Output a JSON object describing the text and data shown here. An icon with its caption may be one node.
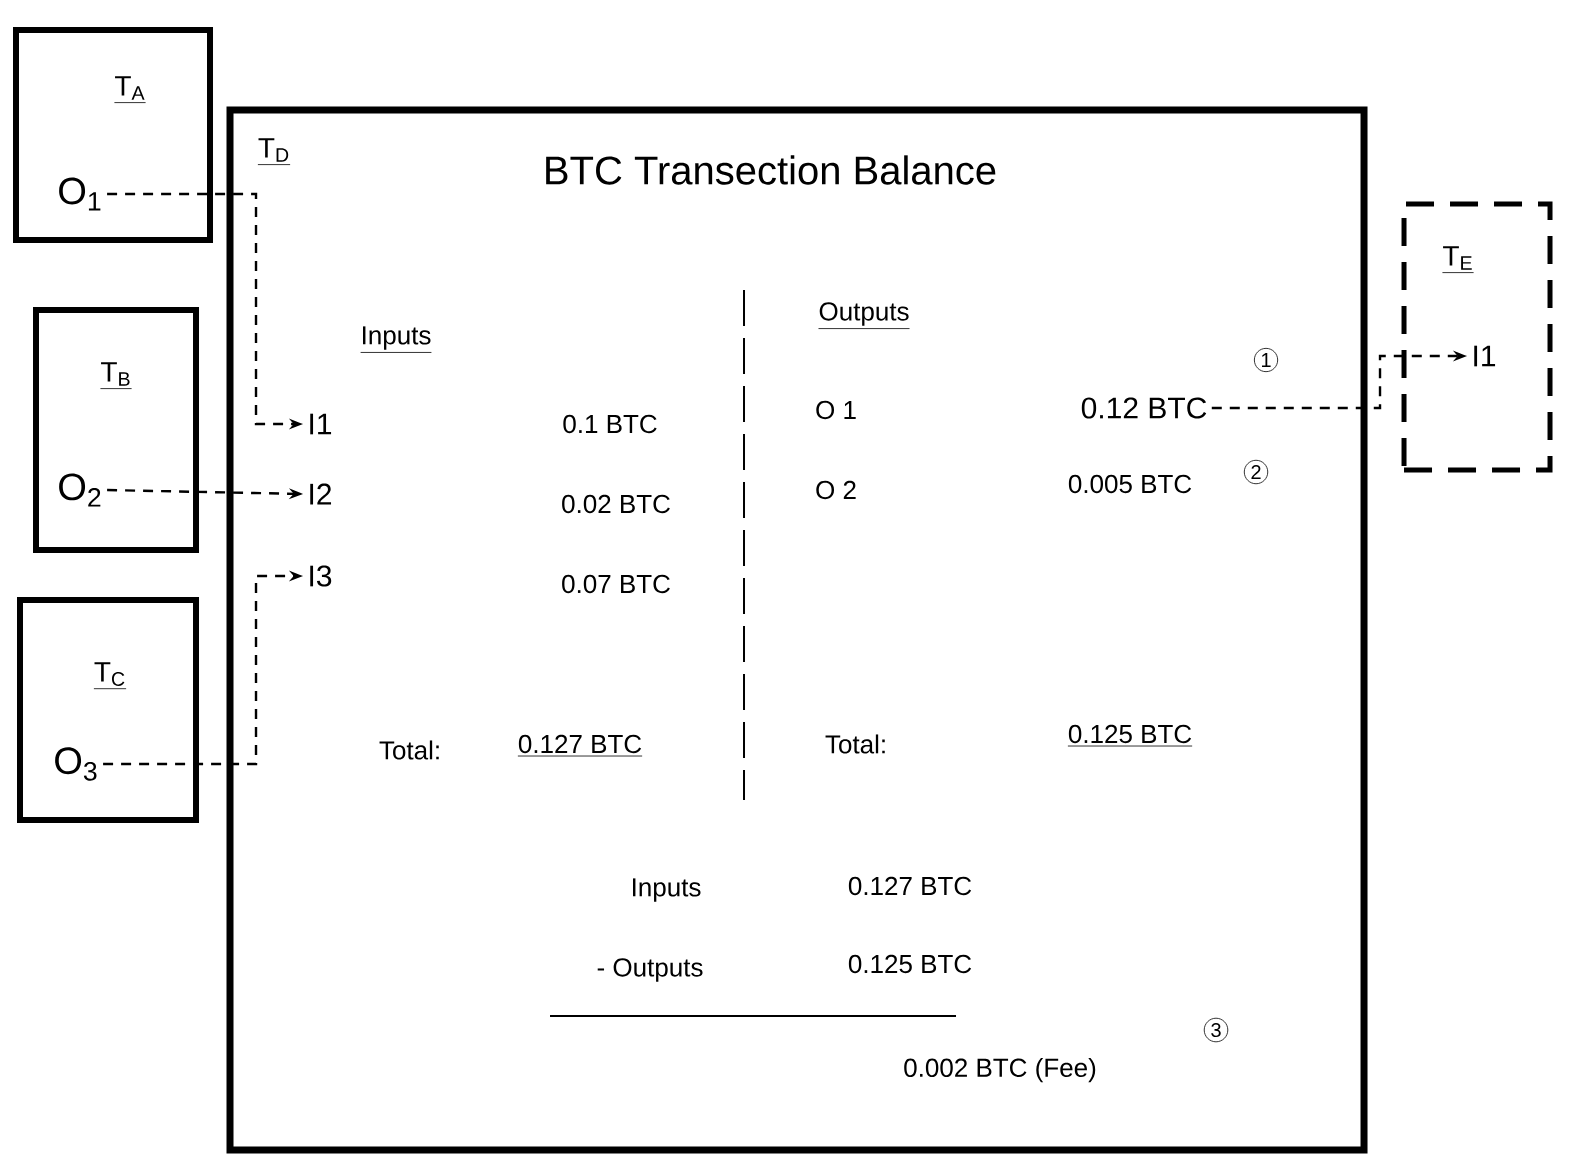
{
  "diagram": {
    "title": "BTC Transection Balance",
    "nodes": [
      {
        "text": [
          "T$_{A}$"
        ]
      },
      {
        "text": [
          "O$_{1}$"
        ],
        "in": 0
      },
      {
        "text": [
          "T$_{B}$"
        ]
      },
      {
        "text": [
          "O$_{2}$"
        ],
        "in": 2
      },
      {
        "text": [
          "T$_{C}$"
        ]
      },
      {
        "text": [
          "O$_{3}$"
        ],
        "in": 4
      },
      {
        "text": [
          "T$_{D}$"
        ]
      },
      {
        "text": [
          "I1"
        ],
        "in": 6
      },
      {
        "text": [
          "I2"
        ],
        "in": 6
      },
      {
        "text": [
          "I3"
        ],
        "in": 6
      },
      {
        "text": [
          "0.12 BTC"
        ],
        "in": 6
      },
      {
        "text": [
          "T$_{E}$"
        ]
      },
      {
        "text": [
          "I1"
        ],
        "in": 11
      }
    ],
    "edges": [
      {
        "from": 1,
        "to": 7,
        "arrow": "to",
        "style": "dashed"
      },
      {
        "from": 3,
        "to": 8,
        "arrow": "to",
        "style": "dashed"
      },
      {
        "from": 5,
        "to": 9,
        "arrow": "to",
        "style": "dashed"
      },
      {
        "from": 10,
        "to": 12,
        "arrow": "to",
        "style": "dashed"
      }
    ],
    "labels": [
      "Inputs",
      "0.1 BTC",
      "0.02 BTC",
      "0.07 BTC",
      "Total:",
      "0.127 BTC",
      "Outputs",
      "O 1",
      "O 2",
      "1",
      "0.005 BTC",
      "2",
      "Total:",
      "0.125 BTC",
      "Inputs",
      "0.127 BTC",
      "- Outputs",
      "0.125 BTC",
      "0.002 BTC (Fee)",
      "3"
    ]
  }
}
